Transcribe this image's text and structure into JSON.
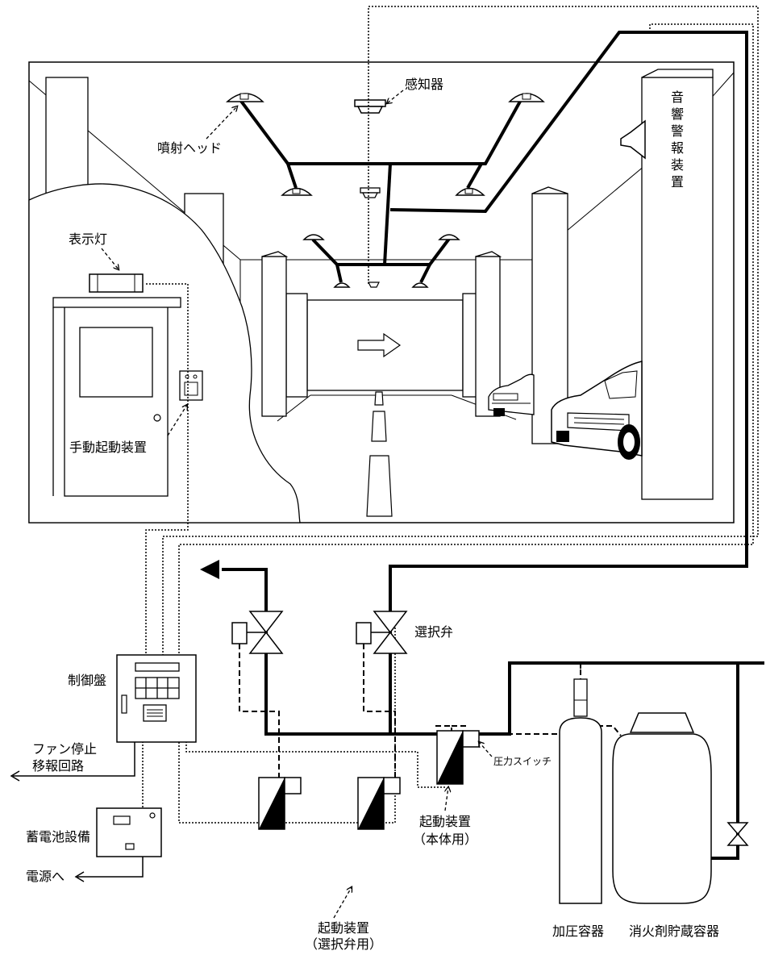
{
  "labels": {
    "detector": "感知器",
    "spray_head": "噴射ヘッド",
    "alarm_device": "音響警報装置",
    "indicator_lamp": "表示灯",
    "manual_start": "手動起動装置",
    "control_panel": "制御盤",
    "fan_stop_line1": "ファン停止",
    "fan_stop_line2": "移報回路",
    "battery": "蓄電池設備",
    "to_power": "電源へ",
    "selector_valve": "選択弁",
    "pressure_switch": "圧力スイッチ",
    "starter_main_line1": "起動装置",
    "starter_main_line2": "（本体用）",
    "starter_sel_line1": "起動装置",
    "starter_sel_line2": "（選択弁用）",
    "pressurizer": "加圧容器",
    "agent_container": "消火剤貯蔵容器"
  }
}
